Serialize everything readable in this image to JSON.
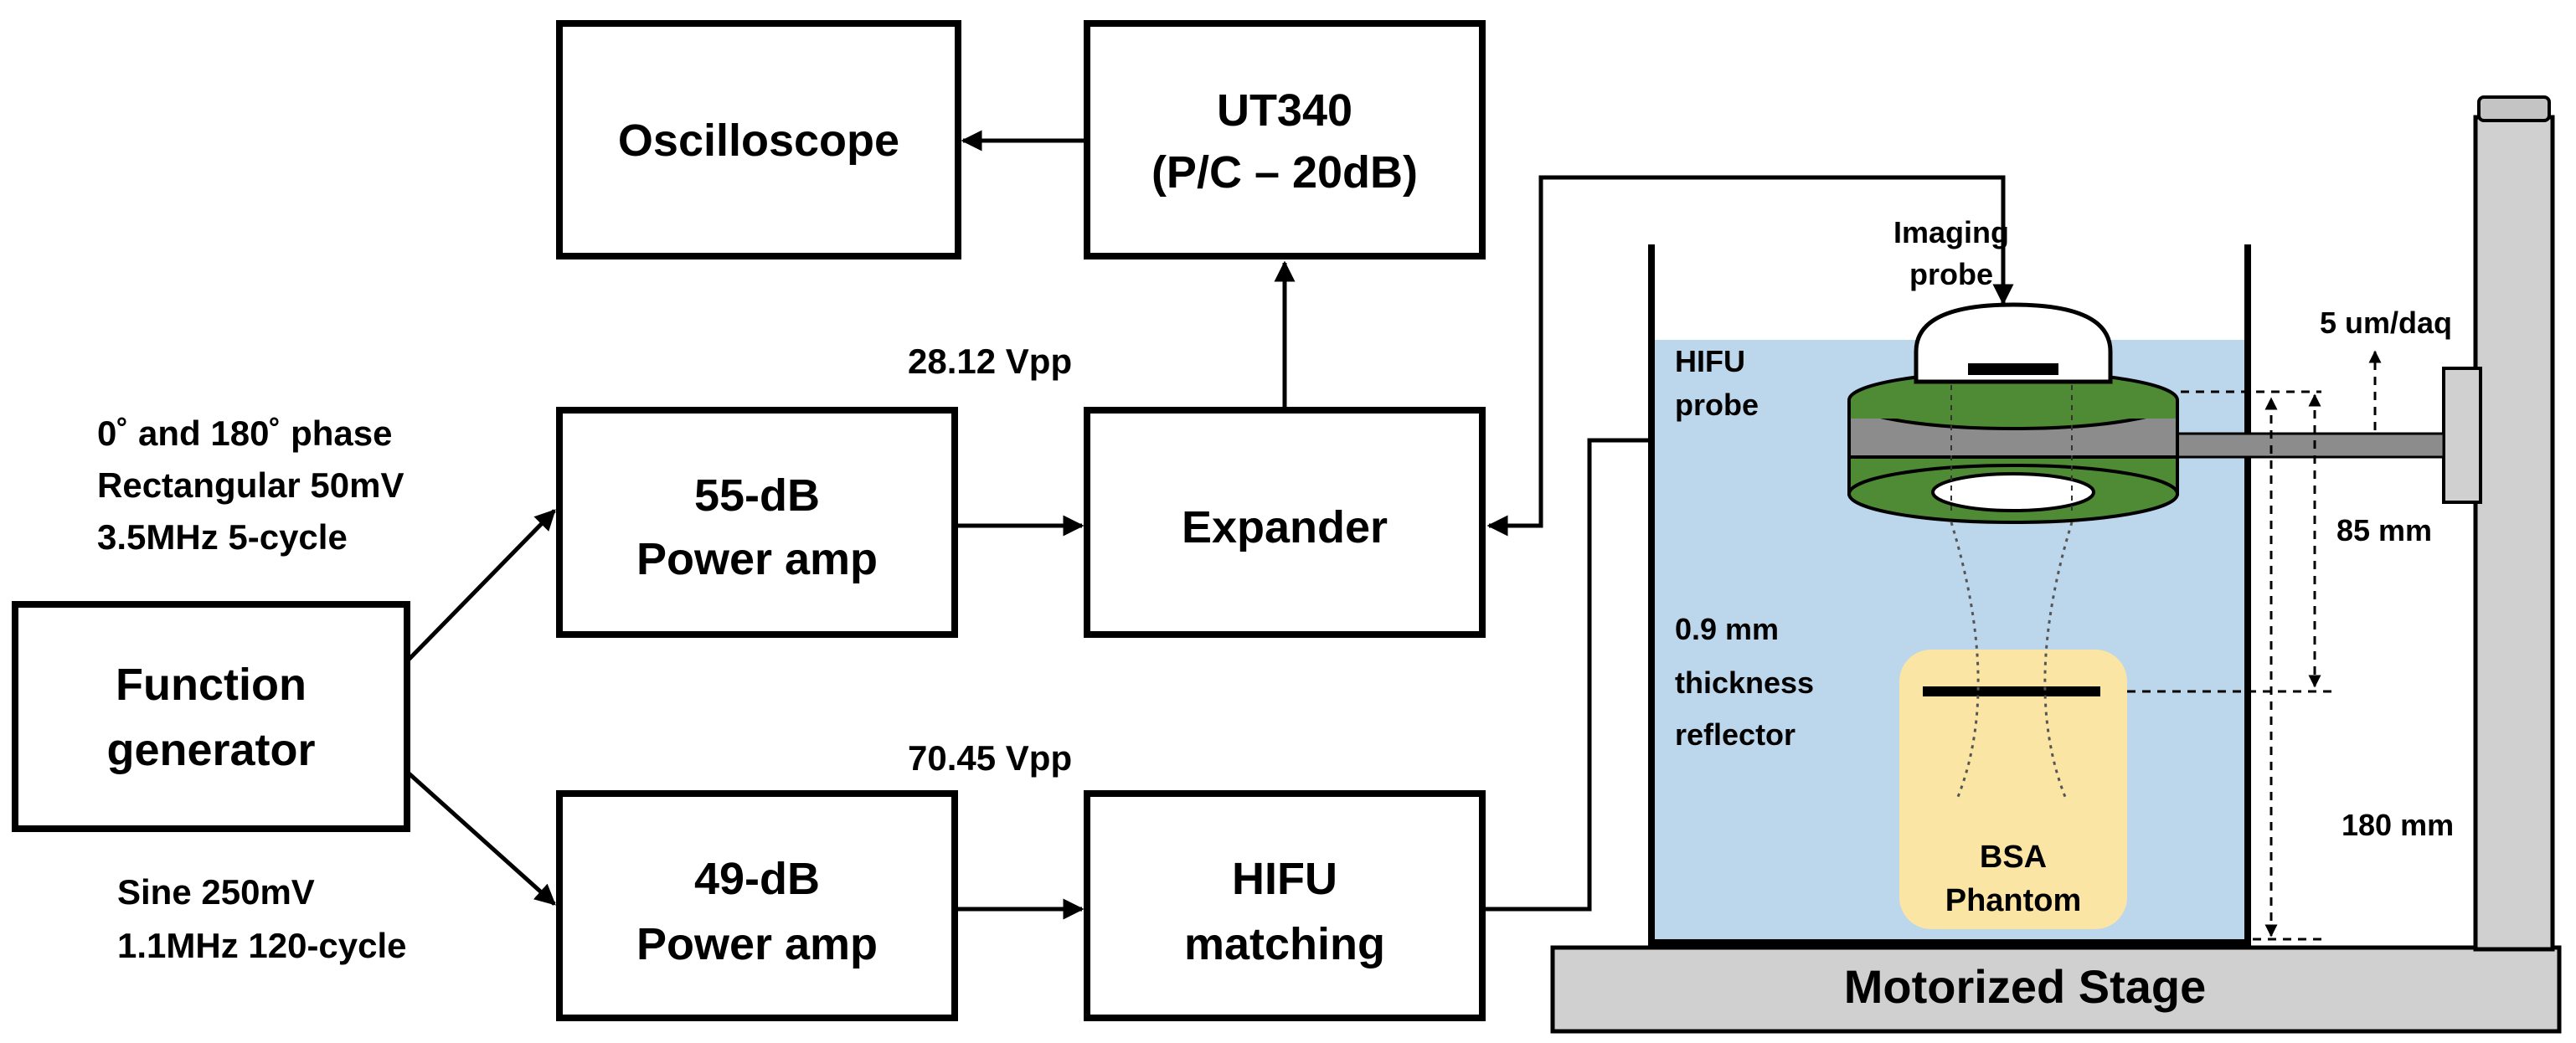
{
  "blocks": {
    "oscilloscope": "Oscilloscope",
    "ut340_line1": "UT340",
    "ut340_line2": "(P/C – 20dB)",
    "amp55_line1": "55-dB",
    "amp55_line2": "Power amp",
    "expander": "Expander",
    "function_gen_line1": "Function",
    "function_gen_line2": "generator",
    "amp49_line1": "49-dB",
    "amp49_line2": "Power amp",
    "hifu_match_line1": "HIFU",
    "hifu_match_line2": "matching"
  },
  "signals": {
    "top_line1": "0˚ and 180˚ phase",
    "top_line2": "Rectangular 50mV",
    "top_line3": "3.5MHz 5-cycle",
    "bottom_line1": "Sine 250mV",
    "bottom_line2": "1.1MHz 120-cycle",
    "vpp_top": "28.12 Vpp",
    "vpp_bottom": "70.45 Vpp"
  },
  "setup": {
    "imaging_probe_line1": "Imaging",
    "imaging_probe_line2": "probe",
    "hifu_probe_line1": "HIFU",
    "hifu_probe_line2": "probe",
    "step": "5 um/daq",
    "dist_85": "85 mm",
    "dist_180": "180 mm",
    "reflector_line1": "0.9 mm",
    "reflector_line2": "thickness",
    "reflector_line3": "reflector",
    "phantom_line1": "BSA",
    "phantom_line2": "Phantom",
    "stage": "Motorized Stage"
  },
  "colors": {
    "water": "#bcd6ec",
    "phantom": "#fbe5a4",
    "phantom_text": "#8a6f12",
    "hifu_ring": "#4f8a35",
    "stand": "#d0d0d0"
  }
}
